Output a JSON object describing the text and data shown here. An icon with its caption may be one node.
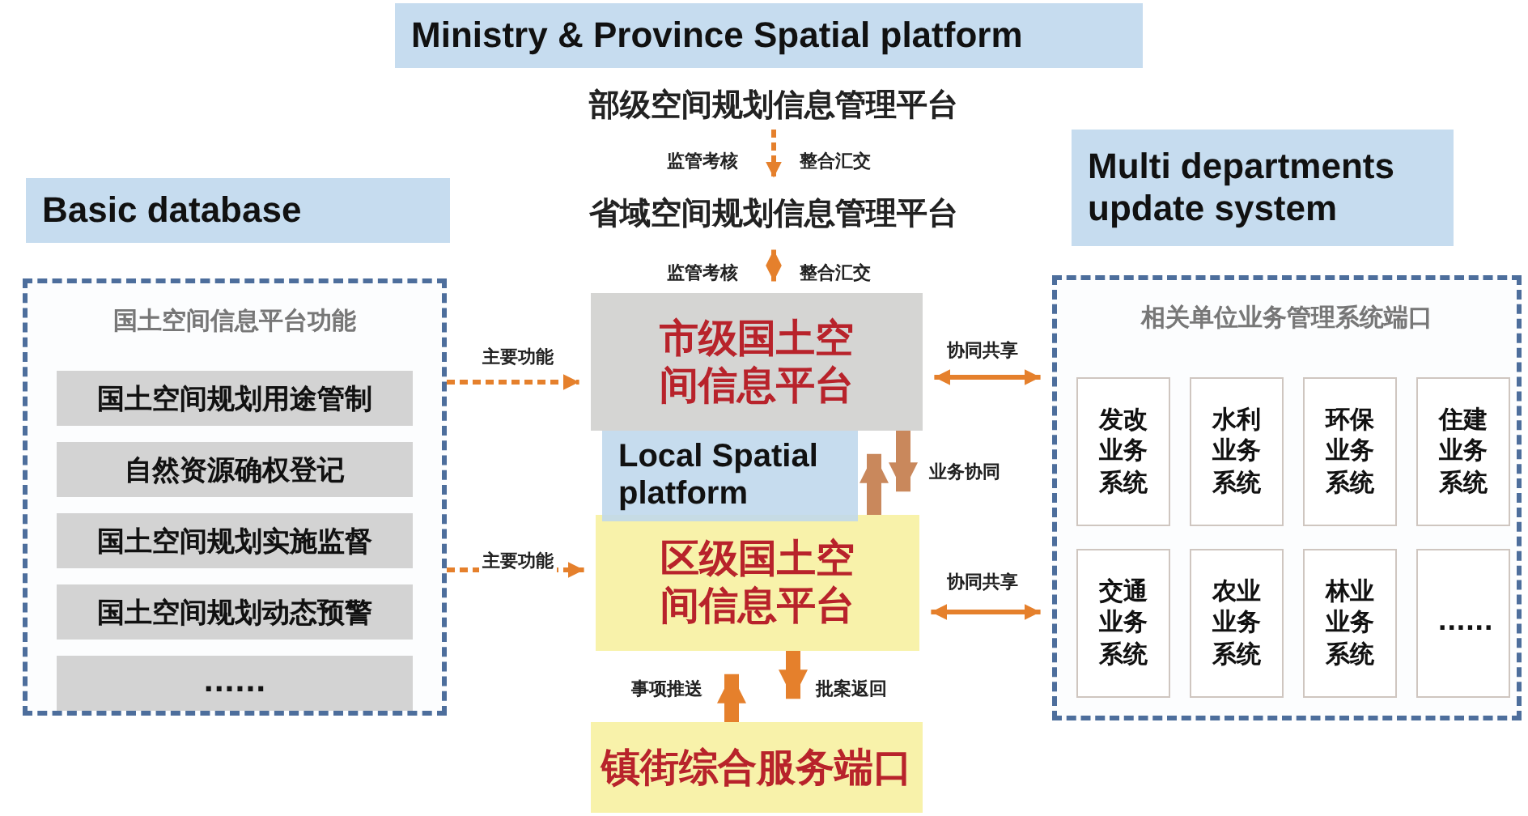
{
  "diagram": {
    "nodes": [
      {
        "text": [
          "Ministry & Province Spatial platform"
        ]
      },
      {
        "text": [
          "部级空间规划信息管理平台"
        ]
      },
      {
        "text": [
          "Multi departments update system"
        ]
      },
      {
        "text": [
          "Basic database"
        ]
      },
      {
        "text": [
          "省域空间规划信息管理平台"
        ]
      },
      {
        "text": [
          "国土空间信息平台功能"
        ]
      },
      {
        "text": [
          "国土空间规划用途管制"
        ],
        "in": 5
      },
      {
        "text": [
          "自然资源确权登记"
        ],
        "in": 5
      },
      {
        "text": [
          "国土空间规划实施监督"
        ],
        "in": 5
      },
      {
        "text": [
          "国土空间规划动态预警"
        ],
        "in": 5
      },
      {
        "text": [
          "......"
        ],
        "in": 5
      },
      {
        "text": [
          "市级国土空间信息平台"
        ]
      },
      {
        "text": [
          "相关单位业务管理系统端口"
        ]
      },
      {
        "text": [
          "发改业务系统"
        ],
        "in": 12
      },
      {
        "text": [
          "水利业务系统"
        ],
        "in": 12
      },
      {
        "text": [
          "环保业务系统"
        ],
        "in": 12
      },
      {
        "text": [
          "住建业务系统"
        ],
        "in": 12
      },
      {
        "text": [
          "交通业务系统"
        ],
        "in": 12
      },
      {
        "text": [
          "农业业务系统"
        ],
        "in": 12
      },
      {
        "text": [
          "林业业务系统"
        ],
        "in": 12
      },
      {
        "text": [
          "......"
        ],
        "in": 12
      },
      {
        "text": [
          "Local Spatial platform"
        ]
      },
      {
        "text": [
          "区级国土空间信息平台"
        ]
      },
      {
        "text": [
          "镇街综合服务端口"
        ]
      }
    ],
    "edges": [
      {
        "from": 1,
        "to": 4,
        "arrow": "to",
        "style": "dashed"
      },
      {
        "from": 4,
        "to": 11,
        "arrow": "both",
        "style": "dashed"
      },
      {
        "from": 5,
        "to": 11,
        "arrow": "to",
        "style": "dashed",
        "label": "主要功能"
      },
      {
        "from": 5,
        "to": 22,
        "arrow": "to",
        "style": "dashed",
        "label": "主要功能"
      },
      {
        "from": 11,
        "to": 12,
        "arrow": "both",
        "label": "协同共享"
      },
      {
        "from": 22,
        "to": 12,
        "arrow": "both",
        "label": "协同共享"
      },
      {
        "from": 22,
        "to": 11,
        "arrow": "to",
        "style": "thick",
        "color": "#c9885c"
      },
      {
        "from": 11,
        "to": 22,
        "arrow": "to",
        "style": "thick",
        "color": "#c9885c",
        "label": "业务协同"
      },
      {
        "from": 23,
        "to": 22,
        "arrow": "to",
        "style": "thick",
        "label": "事项推送"
      },
      {
        "from": 22,
        "to": 23,
        "arrow": "to",
        "style": "thick",
        "label": "批案返回"
      }
    ],
    "labels": [
      "监管考核",
      "整合汇交",
      "监管考核",
      "整合汇交"
    ]
  }
}
